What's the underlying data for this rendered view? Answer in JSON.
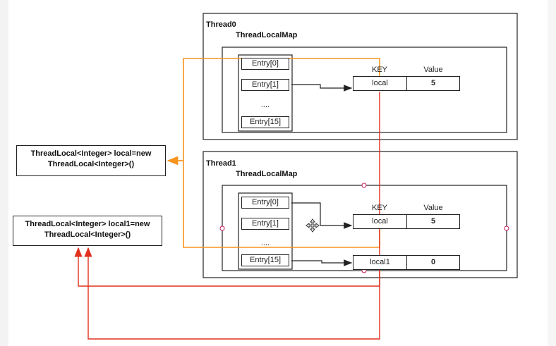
{
  "thread0": {
    "title": "Thread0",
    "map_title": "ThreadLocalMap",
    "entries": [
      "Entry[0]",
      "Entry[1]",
      "....",
      "Entry[15]"
    ],
    "key_header": "KEY",
    "value_header": "Value",
    "key": "local",
    "value": "5"
  },
  "thread1": {
    "title": "Thread1",
    "map_title": "ThreadLocalMap",
    "entries": [
      "Entry[0]",
      "Entry[1]",
      "....",
      "Entry[15]"
    ],
    "key_header": "KEY",
    "value_header": "Value",
    "rows": [
      {
        "key": "local",
        "value": "5"
      },
      {
        "key": "local1",
        "value": "0"
      }
    ]
  },
  "threadlocal_local": {
    "line1": "ThreadLocal<Integer> local=new",
    "line2": "ThreadLocal<Integer>()"
  },
  "threadlocal_local1": {
    "line1": "ThreadLocal<Integer> local1=new",
    "line2": "ThreadLocal<Integer>()"
  },
  "colors": {
    "orange_arrow": "#f7941d",
    "red_arrow": "#e0301e",
    "box_border": "#222222",
    "handle": "#c2185b"
  },
  "icons": [
    "move-cursor-icon"
  ]
}
